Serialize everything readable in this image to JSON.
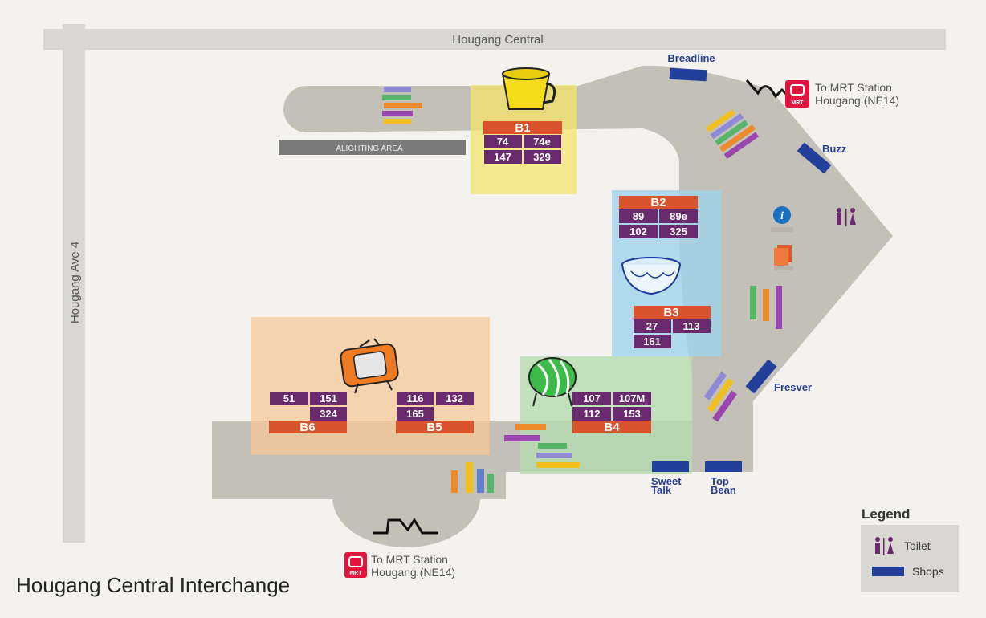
{
  "roads": {
    "north": "Hougang Central",
    "west": "Hougang  Ave 4"
  },
  "alighting_area": "ALIGHTING AREA",
  "mrt_exits": [
    {
      "line1": "To MRT Station",
      "line2": "Hougang (NE14)",
      "badge": "MRT"
    },
    {
      "line1": "To MRT Station",
      "line2": "Hougang (NE14)",
      "badge": "MRT"
    }
  ],
  "shops": {
    "breadline": "Breadline",
    "buzz": "Buzz",
    "fresver": "Fresver",
    "sweet_talk_1": "Sweet",
    "sweet_talk_2": "Talk",
    "top_bean_1": "Top",
    "top_bean_2": "Bean"
  },
  "berths": {
    "b1": {
      "label": "B1",
      "services": [
        "74",
        "74e",
        "147",
        "329"
      ]
    },
    "b2": {
      "label": "B2",
      "services": [
        "89",
        "89e",
        "102",
        "325"
      ]
    },
    "b3": {
      "label": "B3",
      "services": [
        "27",
        "113",
        "161"
      ]
    },
    "b4": {
      "label": "B4",
      "services": [
        "107",
        "107M",
        "112",
        "153"
      ]
    },
    "b5": {
      "label": "B5",
      "services": [
        "116",
        "132",
        "165"
      ]
    },
    "b6": {
      "label": "B6",
      "services": [
        "51",
        "151",
        "324"
      ]
    }
  },
  "title": "Hougang Central Interchange",
  "legend": {
    "title": "Legend",
    "toilet": "Toilet",
    "shops": "Shops"
  },
  "colors": {
    "background": "#f4f2ee",
    "concourse": "#c3c0b8",
    "road": "#d9d7d2",
    "berth_header": "#d9542c",
    "service_box": "#6a2a6e",
    "shop": "#22409a",
    "zone_b1": "#f3e46a",
    "zone_b23": "#9fd3ea",
    "zone_b4": "#b7dbb0",
    "zone_b56": "#f6c896"
  },
  "icons": [
    "mug-icon",
    "bowl-icon",
    "stool-icon",
    "tv-icon",
    "mrt-icon",
    "info-icon",
    "toilet-icon",
    "ticket-office-icon",
    "direction-arrows-icon"
  ]
}
